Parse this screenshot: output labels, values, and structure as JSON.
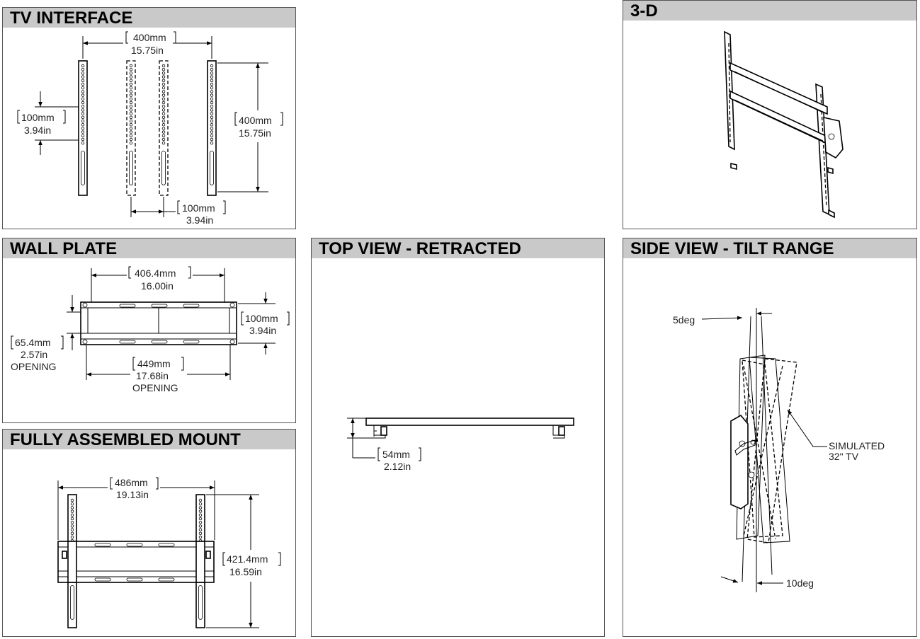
{
  "panels": {
    "tv_interface": {
      "title": "TV INTERFACE",
      "dim_width_mm": "400mm",
      "dim_width_in": "15.75in",
      "dim_height_mm": "400mm",
      "dim_height_in": "15.75in",
      "dim_vspacing_mm": "100mm",
      "dim_vspacing_in": "3.94in",
      "dim_hspacing_mm": "100mm",
      "dim_hspacing_in": "3.94in"
    },
    "three_d": {
      "title": "3-D"
    },
    "wall_plate": {
      "title": "WALL PLATE",
      "dim_top_mm": "406.4mm",
      "dim_top_in": "16.00in",
      "dim_right_mm": "100mm",
      "dim_right_in": "3.94in",
      "dim_left_mm": "65.4mm",
      "dim_left_in": "2.57in",
      "dim_left_note": "OPENING",
      "dim_bottom_mm": "449mm",
      "dim_bottom_in": "17.68in",
      "dim_bottom_note": "OPENING"
    },
    "top_view": {
      "title": "TOP VIEW - RETRACTED",
      "dim_depth_mm": "54mm",
      "dim_depth_in": "2.12in"
    },
    "side_view": {
      "title": "SIDE VIEW - TILT RANGE",
      "angle_top": "5deg",
      "angle_bottom": "10deg",
      "tv_label_line1": "SIMULATED",
      "tv_label_line2": "32\" TV"
    },
    "assembled": {
      "title": "FULLY ASSEMBLED MOUNT",
      "dim_width_mm": "486mm",
      "dim_width_in": "19.13in",
      "dim_height_mm": "421.4mm",
      "dim_height_in": "16.59in"
    }
  }
}
